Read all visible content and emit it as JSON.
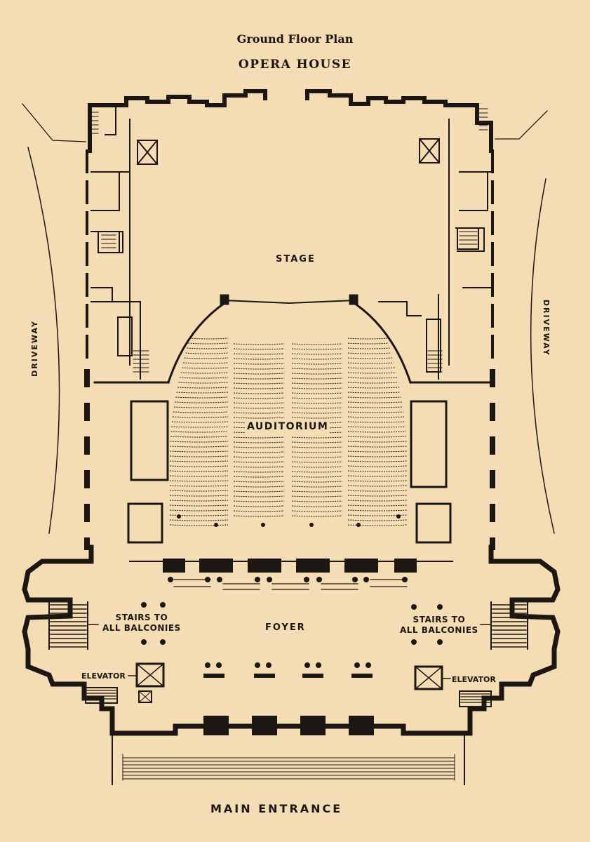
{
  "title": "Ground Floor Plan",
  "building": "OPERA HOUSE",
  "labels": {
    "stage": "STAGE",
    "auditorium": "AUDITORIUM",
    "foyer": "FOYER",
    "driveway_left": "DRIVEWAY",
    "driveway_right": "DRIVEWAY",
    "stairs_left_line1": "STAIRS TO",
    "stairs_left_line2": "ALL BALCONIES",
    "stairs_right_line1": "STAIRS TO",
    "stairs_right_line2": "ALL BALCONIES",
    "elevator_left": "ELEVATOR",
    "elevator_right": "ELEVATOR",
    "main_entrance": "MAIN ENTRANCE"
  },
  "colors": {
    "paper": "#f4dcb4",
    "ink": "#1c1712"
  }
}
